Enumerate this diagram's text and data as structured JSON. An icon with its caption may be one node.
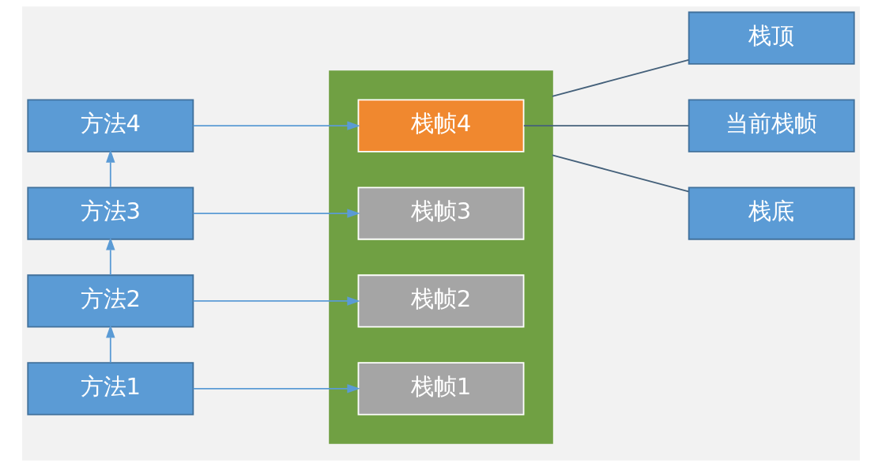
{
  "diagram": {
    "nodes": [
      {
        "text": [],
        "shape": "bar"
      },
      {
        "text": [
          "栈帧4"
        ],
        "in": 0
      },
      {
        "text": [
          "栈帧3"
        ],
        "in": 0
      },
      {
        "text": [
          "栈帧2"
        ],
        "in": 0
      },
      {
        "text": [
          "栈帧1"
        ],
        "in": 0
      },
      {
        "text": [
          "方法4"
        ]
      },
      {
        "text": [
          "方法3"
        ]
      },
      {
        "text": [
          "方法2"
        ]
      },
      {
        "text": [
          "方法1"
        ]
      },
      {
        "text": [
          "栈顶"
        ]
      },
      {
        "text": [
          "当前栈帧"
        ]
      },
      {
        "text": [
          "栈底"
        ]
      }
    ],
    "edges": [
      {
        "from": 8,
        "to": 7,
        "arrow": "to"
      },
      {
        "from": 7,
        "to": 6,
        "arrow": "to"
      },
      {
        "from": 6,
        "to": 5,
        "arrow": "to"
      },
      {
        "from": 5,
        "to": 1,
        "arrow": "to"
      },
      {
        "from": 6,
        "to": 2,
        "arrow": "to"
      },
      {
        "from": 7,
        "to": 3,
        "arrow": "to"
      },
      {
        "from": 8,
        "to": 4,
        "arrow": "to"
      },
      {
        "from": 9,
        "to": 0,
        "arrow": "none",
        "color": "#44607a"
      },
      {
        "from": 10,
        "to": 1,
        "arrow": "none",
        "color": "#44607a"
      },
      {
        "from": 11,
        "to": 0,
        "arrow": "none",
        "color": "#44607a"
      }
    ]
  }
}
